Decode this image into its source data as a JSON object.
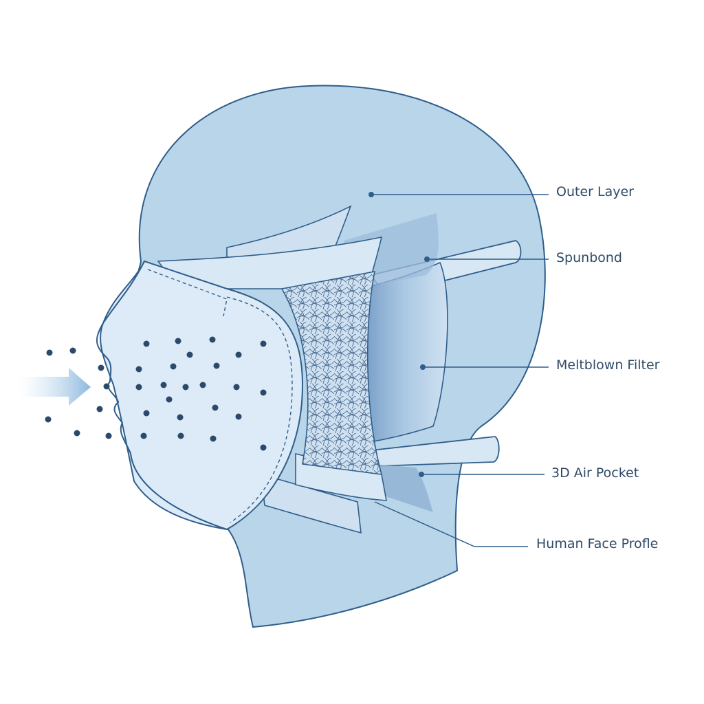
{
  "labels": {
    "outer_layer": "Outer Layer",
    "spunbond": "Spunbond",
    "meltblown_filter": "Meltblown Filter",
    "air_pocket": "3D Air Pocket",
    "face_profile": "Human Face Profle"
  },
  "colors": {
    "background": "#ffffff",
    "head_fill": "#b9d5ea",
    "stroke": "#2f5d8a",
    "mask_fill": "#dcebf7",
    "layer_fill": "#cfe1f1",
    "filter_fill": "#8fb1d2",
    "particle": "#2b4a6b",
    "arrow": "#9ec3e2"
  }
}
